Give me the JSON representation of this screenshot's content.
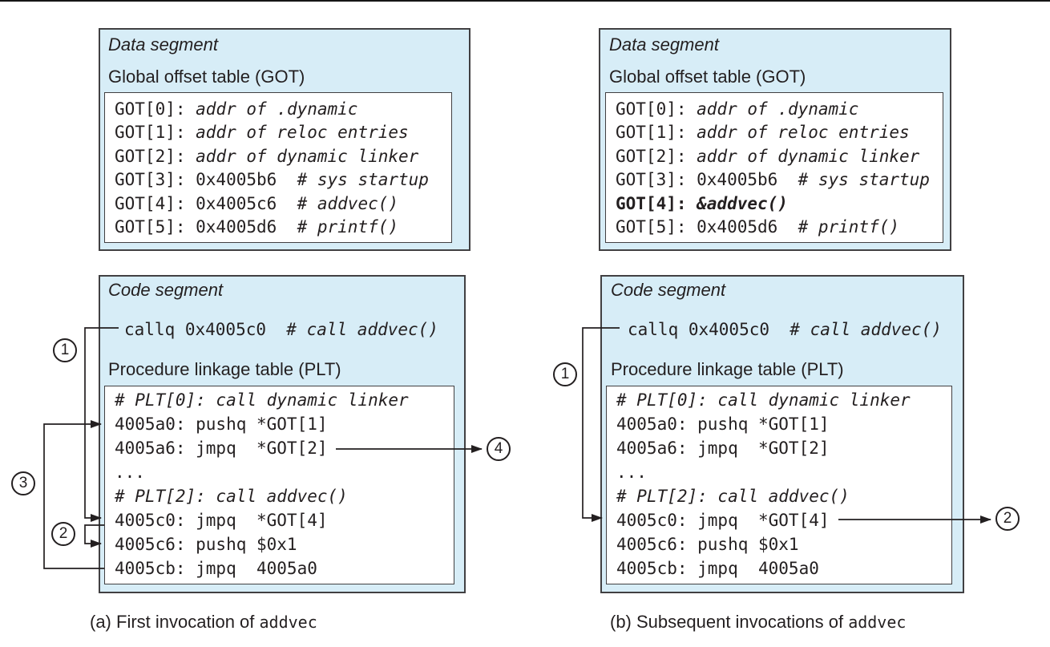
{
  "colors": {
    "segment_fill": "#d7edf7",
    "box_border": "#414042",
    "text": "#231f20"
  },
  "panels": [
    {
      "caption_prefix": "(a) First invocation of ",
      "caption_code": "addvec",
      "data_segment": {
        "title": "Data segment",
        "label": "Global offset table (GOT)",
        "got_rows": [
          {
            "main": "GOT[0]: ",
            "comment": "addr of .dynamic"
          },
          {
            "main": "GOT[1]: ",
            "comment": "addr of reloc entries"
          },
          {
            "main": "GOT[2]: ",
            "comment": "addr of dynamic linker"
          },
          {
            "main": "GOT[3]: 0x4005b6",
            "comment": "  # sys startup"
          },
          {
            "main": "GOT[4]: 0x4005c6",
            "comment": "  # addvec()"
          },
          {
            "main": "GOT[5]: 0x4005d6",
            "comment": "  # printf()"
          }
        ]
      },
      "code_segment": {
        "title": "Code segment",
        "call_line": {
          "main": "callq 0x4005c0",
          "comment": "  # call addvec()"
        },
        "label": "Procedure linkage table (PLT)",
        "plt_rows": [
          {
            "main": "",
            "comment": "# PLT[0]: call dynamic linker"
          },
          {
            "main": "4005a0: pushq *GOT[1]",
            "comment": ""
          },
          {
            "main": "4005a6: jmpq  *GOT[2]",
            "comment": ""
          },
          {
            "main": "...",
            "comment": ""
          },
          {
            "main": "",
            "comment": "# PLT[2]: call addvec()"
          },
          {
            "main": "4005c0: jmpq  *GOT[4]",
            "comment": ""
          },
          {
            "main": "4005c6: pushq $0x1",
            "comment": ""
          },
          {
            "main": "4005cb: jmpq  4005a0",
            "comment": ""
          }
        ]
      },
      "step_labels": [
        "1",
        "2",
        "3",
        "4"
      ]
    },
    {
      "caption_prefix": "(b) Subsequent invocations of ",
      "caption_code": "addvec",
      "data_segment": {
        "title": "Data segment",
        "label": "Global offset table (GOT)",
        "got_rows": [
          {
            "main": "GOT[0]: ",
            "comment": "addr of .dynamic"
          },
          {
            "main": "GOT[1]: ",
            "comment": "addr of reloc entries"
          },
          {
            "main": "GOT[2]: ",
            "comment": "addr of dynamic linker"
          },
          {
            "main": "GOT[3]: 0x4005b6",
            "comment": "  # sys startup"
          },
          {
            "main": "GOT[4]: ",
            "comment": "&addvec()"
          },
          {
            "main": "GOT[5]: 0x4005d6",
            "comment": "  # printf()"
          }
        ]
      },
      "code_segment": {
        "title": "Code segment",
        "call_line": {
          "main": "callq 0x4005c0",
          "comment": "  # call addvec()"
        },
        "label": "Procedure linkage table (PLT)",
        "plt_rows": [
          {
            "main": "",
            "comment": "# PLT[0]: call dynamic linker"
          },
          {
            "main": "4005a0: pushq *GOT[1]",
            "comment": ""
          },
          {
            "main": "4005a6: jmpq  *GOT[2]",
            "comment": ""
          },
          {
            "main": "...",
            "comment": ""
          },
          {
            "main": "",
            "comment": "# PLT[2]: call addvec()"
          },
          {
            "main": "4005c0: jmpq  *GOT[4]",
            "comment": ""
          },
          {
            "main": "4005c6: pushq $0x1",
            "comment": ""
          },
          {
            "main": "4005cb: jmpq  4005a0",
            "comment": ""
          }
        ]
      },
      "step_labels": [
        "1",
        "2"
      ]
    }
  ]
}
